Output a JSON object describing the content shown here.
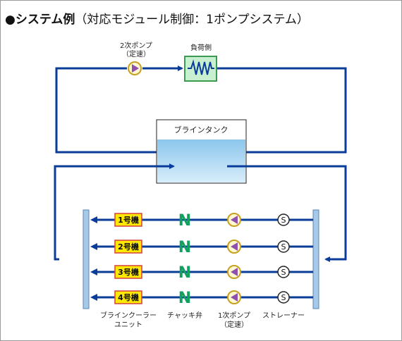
{
  "title": {
    "main": "●システム例",
    "sub": "（対応モジュール制御：1ポンプシステム）"
  },
  "labels": {
    "secondary_pump_line1": "2次ポンプ",
    "secondary_pump_line2": "（定速）",
    "load_side": "負荷側",
    "brine_tank": "ブラインタンク",
    "cooler_unit_line1": "ブラインクーラー",
    "cooler_unit_line2": "ユニット",
    "check_valve": "チャッキ弁",
    "primary_pump_line1": "1次ポンプ",
    "primary_pump_line2": "（定速）",
    "strainer": "ストレーナー"
  },
  "units": [
    "1号機",
    "2号機",
    "3号機",
    "4号機"
  ],
  "strainer_symbol": "S",
  "check_valve_symbol": "N",
  "colors": {
    "pipe": "#0a3c9a",
    "header": "#a8c8e8",
    "unit_fill": "#ffe900",
    "unit_border": "#d44040",
    "pump_fill": "#9050b0",
    "pump_ring": "#c8a020",
    "load_fill": "#c8f0d0",
    "load_border": "#3a9a50",
    "tank_water": "#a8d4f0",
    "check_valve": "#10a060"
  }
}
